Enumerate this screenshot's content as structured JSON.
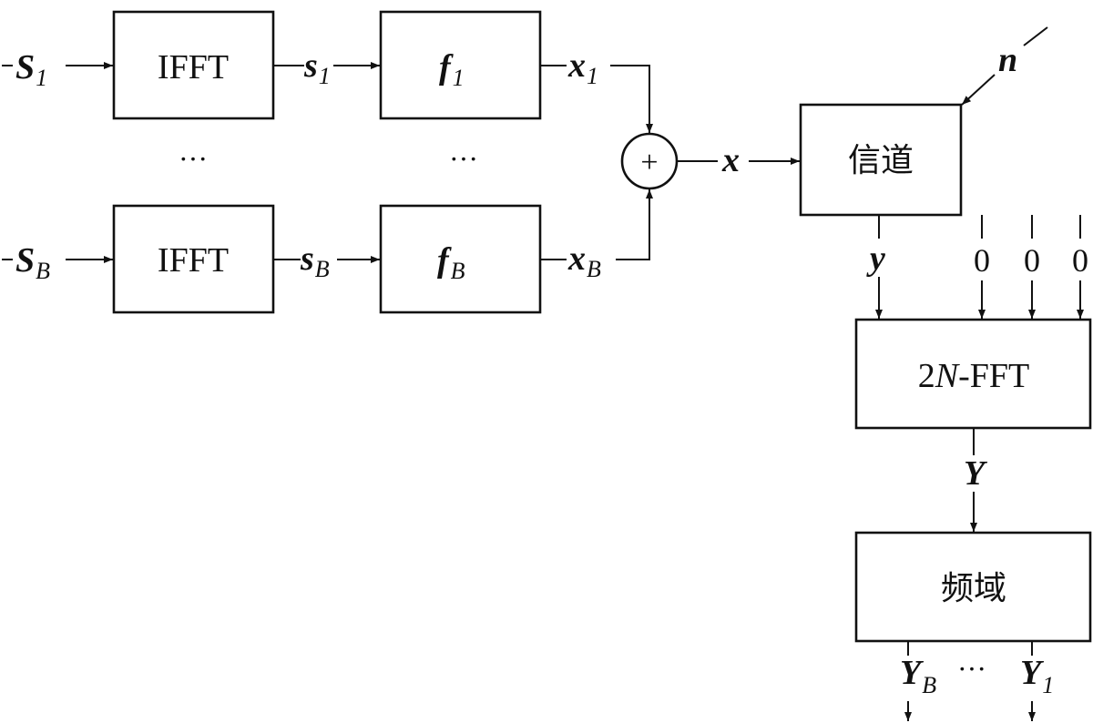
{
  "blocks": {
    "ifft_top": "IFFT",
    "ifft_bottom": "IFFT",
    "filter_top": {
      "main": "f",
      "sub": "1"
    },
    "filter_bottom": {
      "main": "f",
      "sub": "B"
    },
    "channel": "信道",
    "fft": {
      "prefix": "2",
      "italic": "N",
      "suffix": "-FFT"
    },
    "freq_domain": "频域"
  },
  "signals": {
    "S1": {
      "main": "S",
      "sub": "1"
    },
    "SB": {
      "main": "S",
      "sub": "B"
    },
    "s1": {
      "main": "s",
      "sub": "1"
    },
    "sB": {
      "main": "s",
      "sub": "B"
    },
    "x1": {
      "main": "x",
      "sub": "1"
    },
    "xB": {
      "main": "x",
      "sub": "B"
    },
    "x": "x",
    "n": "n",
    "y": "y",
    "Y": "Y",
    "YB": {
      "main": "Y",
      "sub": "B"
    },
    "Y1": {
      "main": "Y",
      "sub": "1"
    }
  },
  "adder_symbol": "+",
  "zeros": [
    "0",
    "0",
    "0"
  ],
  "ellipsis": "···"
}
